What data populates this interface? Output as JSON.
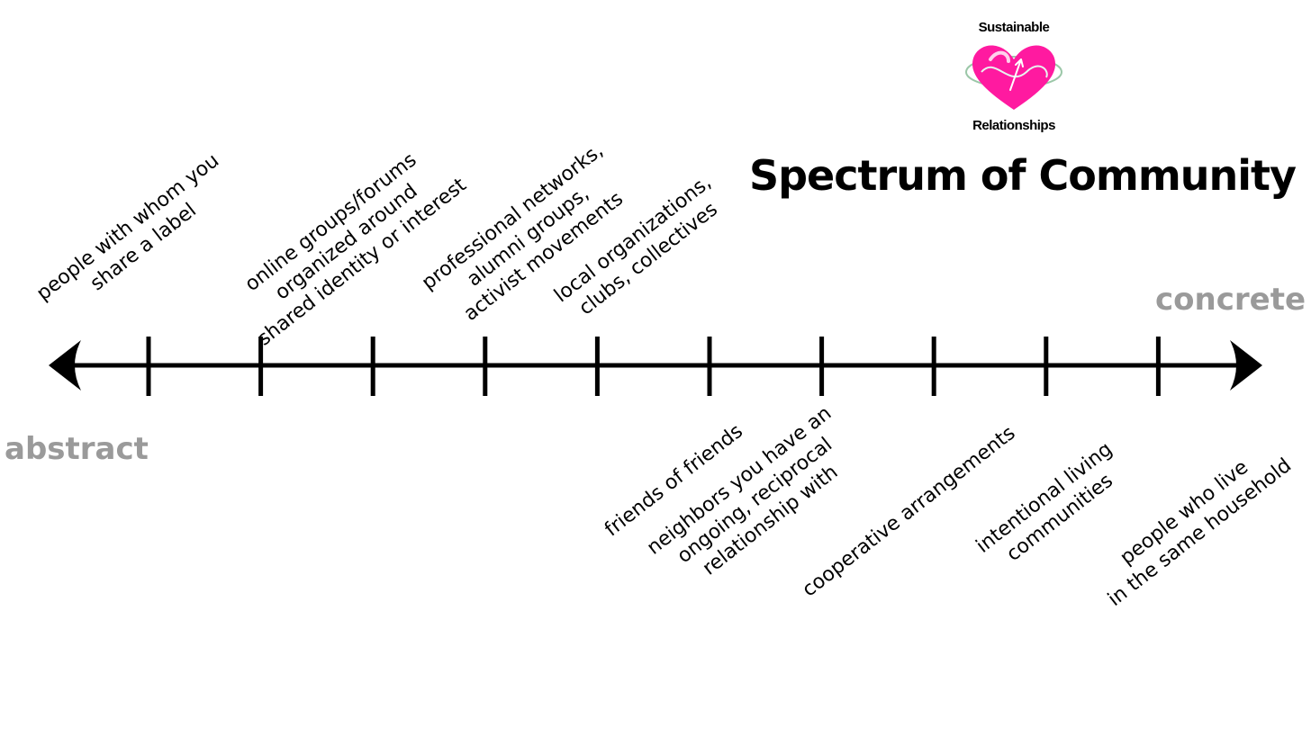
{
  "logo": {
    "top_text": "Sustainable",
    "bottom_text": "Relationships",
    "heart_color": "#ff1aa0",
    "icon": "heart-infinity-icon"
  },
  "title": "Spectrum of Community",
  "axis": {
    "left_label": "abstract",
    "right_label": "concrete",
    "tick_count": 10,
    "line_color": "#000000",
    "label_color": "#9a9a9a"
  },
  "items_above": [
    {
      "lines": [
        "people with whom you",
        "share a label"
      ]
    },
    {
      "lines": [
        "online groups/forums",
        "organized around",
        "shared identity or interest"
      ]
    },
    {
      "lines": [
        "professional networks,",
        "alumni groups,",
        "activist movements"
      ]
    },
    {
      "lines": [
        "local organizations,",
        "clubs, collectives"
      ]
    }
  ],
  "items_below": [
    {
      "lines": [
        "friends of friends"
      ]
    },
    {
      "lines": [
        "neighbors you have an",
        "ongoing, reciprocal",
        "relationship with"
      ]
    },
    {
      "lines": [
        "cooperative arrangements"
      ]
    },
    {
      "lines": [
        "intentional living",
        "communities"
      ]
    },
    {
      "lines": [
        "people who live",
        "in the same household"
      ]
    }
  ]
}
